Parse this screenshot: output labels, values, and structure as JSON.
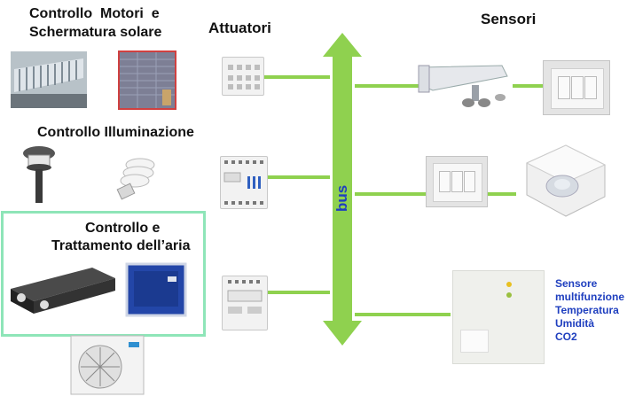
{
  "labels": {
    "motors_title_1": "Controllo  Motori  e",
    "motors_title_2": "Schermatura solare",
    "lighting_title": "Controllo Illuminazione",
    "air_title_1": "Controllo e",
    "air_title_2": "Trattamento dell’aria",
    "actuators_title": "Attuatori",
    "sensors_title": "Sensori",
    "bus_label": "bus"
  },
  "multisensor": {
    "lines": [
      "Sensore",
      "multifunzione",
      "Temperatura",
      "Umidità",
      "CO2"
    ]
  },
  "colors": {
    "bus_green": "#8fd14f",
    "air_box_border": "#8ee5b8",
    "bus_text": "#1f3fbf"
  }
}
